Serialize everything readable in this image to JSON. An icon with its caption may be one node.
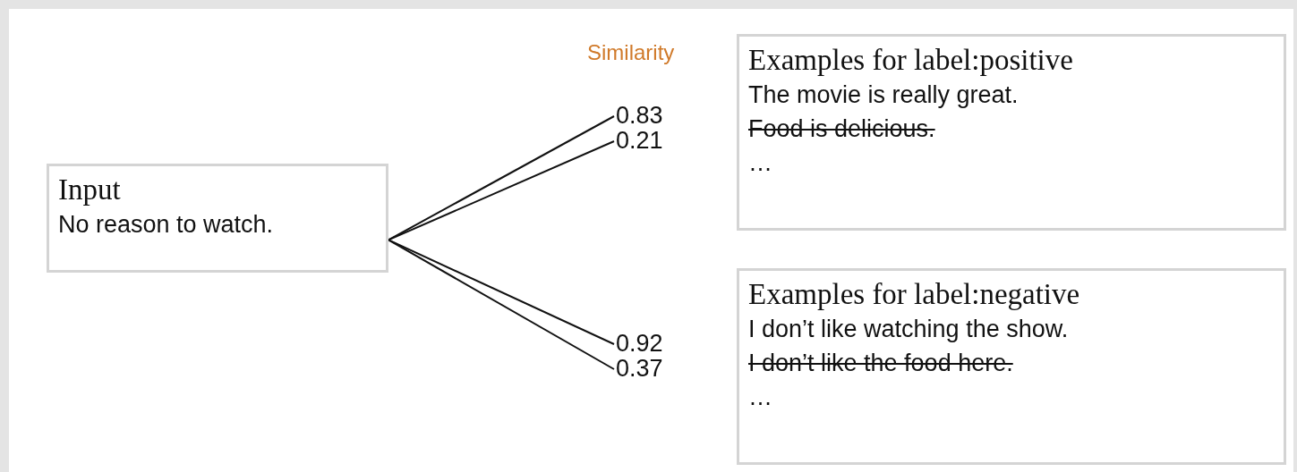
{
  "diagram": {
    "nodes": [
      {
        "text": [
          "Input",
          "No reason to watch."
        ]
      },
      {
        "text": [
          "Examples for label:positive",
          "The movie is really great.",
          "Food is delicious.",
          "…"
        ]
      },
      {
        "text": [
          "Examples for label:negative",
          "I don’t like watching the show.",
          "I don’t like the food here.",
          "…"
        ]
      },
      {
        "text": [
          "0.83"
        ]
      },
      {
        "text": [
          "0.21"
        ]
      },
      {
        "text": [
          "0.92"
        ]
      },
      {
        "text": [
          "0.37"
        ]
      }
    ],
    "edges": [
      {
        "from": 0,
        "to": 3,
        "arrow": "none"
      },
      {
        "from": 0,
        "to": 4,
        "arrow": "none"
      },
      {
        "from": 0,
        "to": 5,
        "arrow": "none"
      },
      {
        "from": 0,
        "to": 6,
        "arrow": "none"
      }
    ],
    "labels": [
      "Similarity"
    ]
  }
}
